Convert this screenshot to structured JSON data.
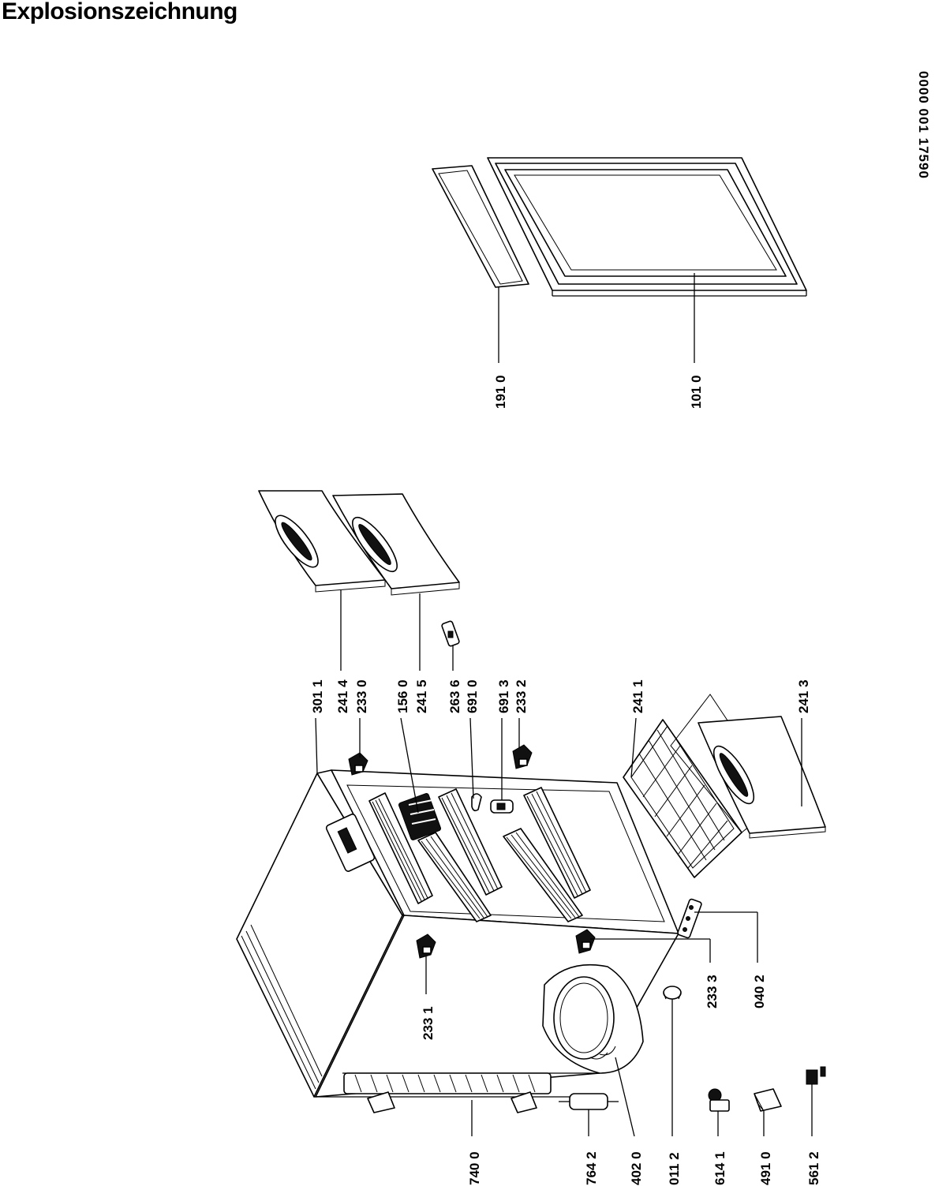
{
  "title": "Explosionszeichnung",
  "document_number": "0000  001 17590",
  "part_labels": [
    {
      "id": "p-7400",
      "text": "740 0"
    },
    {
      "id": "p-7642",
      "text": "764 2"
    },
    {
      "id": "p-4020",
      "text": "402 0"
    },
    {
      "id": "p-0112",
      "text": "011 2"
    },
    {
      "id": "p-6141",
      "text": "614 1"
    },
    {
      "id": "p-4910",
      "text": "491 0"
    },
    {
      "id": "p-5612",
      "text": "561 2"
    },
    {
      "id": "p-2331",
      "text": "233 1"
    },
    {
      "id": "p-2333",
      "text": "233 3"
    },
    {
      "id": "p-0402",
      "text": "040 2"
    },
    {
      "id": "p-3011",
      "text": "301 1"
    },
    {
      "id": "p-2414",
      "text": "241 4"
    },
    {
      "id": "p-2330",
      "text": "233 0"
    },
    {
      "id": "p-1560",
      "text": "156 0"
    },
    {
      "id": "p-2415",
      "text": "241 5"
    },
    {
      "id": "p-2636",
      "text": "263 6"
    },
    {
      "id": "p-6910",
      "text": "691 0"
    },
    {
      "id": "p-6913",
      "text": "691 3"
    },
    {
      "id": "p-2332",
      "text": "233 2"
    },
    {
      "id": "p-2411",
      "text": "241 1"
    },
    {
      "id": "p-2413",
      "text": "241 3"
    },
    {
      "id": "p-1910",
      "text": "191 0"
    },
    {
      "id": "p-1010",
      "text": "101 0"
    }
  ]
}
